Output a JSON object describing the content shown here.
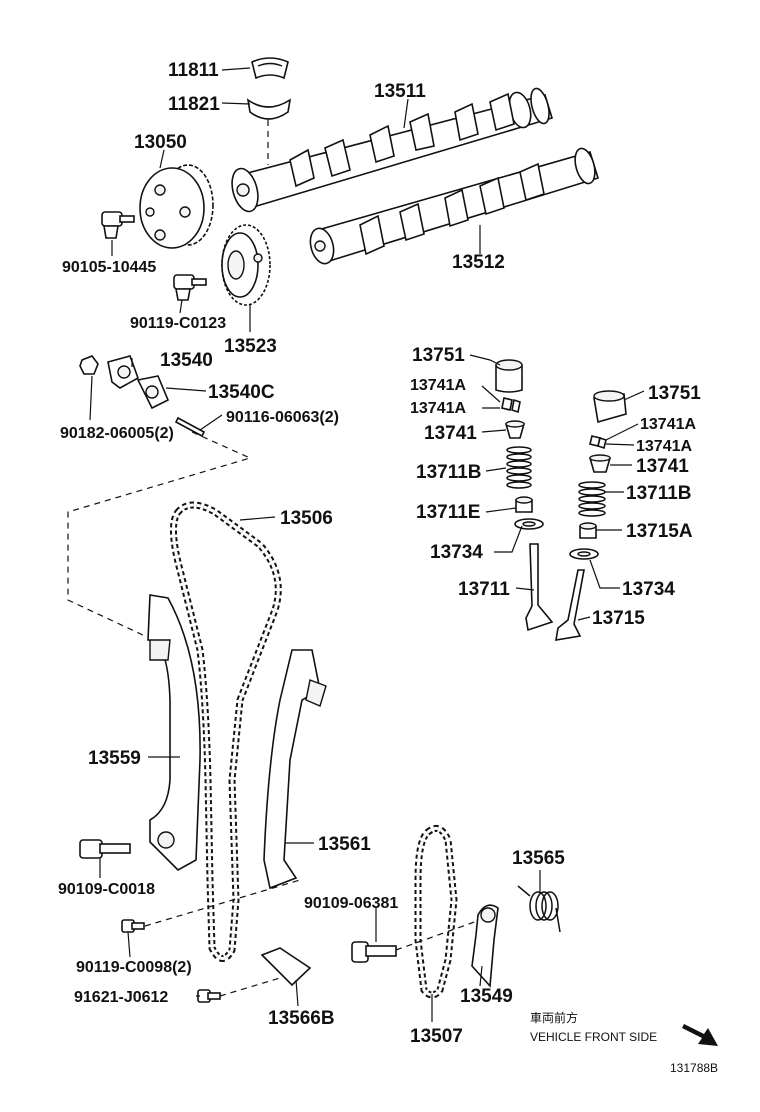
{
  "labels": {
    "p11811": "11811",
    "p11821": "11821",
    "p13511": "13511",
    "p13050": "13050",
    "p90105": "90105-10445",
    "p13512": "13512",
    "p90119_c0123": "90119-C0123",
    "p13523": "13523",
    "p13751_a": "13751",
    "p13540": "13540",
    "p13741a_1": "13741A",
    "p13751_b": "13751",
    "p13540c": "13540C",
    "p13741a_2": "13741A",
    "p13741a_3": "13741A",
    "p90182": "90182-06005(2)",
    "p90116": "90116-06063(2)",
    "p13741_a": "13741",
    "p13741a_4": "13741A",
    "p13741_b": "13741",
    "p13711b_a": "13711B",
    "p13711b_b": "13711B",
    "p13711e": "13711E",
    "p13506": "13506",
    "p13715a": "13715A",
    "p13734_a": "13734",
    "p13711": "13711",
    "p13734_b": "13734",
    "p13715": "13715",
    "p13559": "13559",
    "p13561": "13561",
    "p13565": "13565",
    "p90109_c0018": "90109-C0018",
    "p90109_06381": "90109-06381",
    "p90119_c0098": "90119-C0098(2)",
    "p13549": "13549",
    "p91621": "91621-J0612",
    "p13566b": "13566B",
    "p13507": "13507"
  },
  "footer": {
    "direction_jp": "車両前方",
    "direction_en": "VEHICLE FRONT SIDE",
    "diagram_code": "131788B"
  },
  "icons": {
    "direction_arrow": "arrow-down-right-icon"
  }
}
